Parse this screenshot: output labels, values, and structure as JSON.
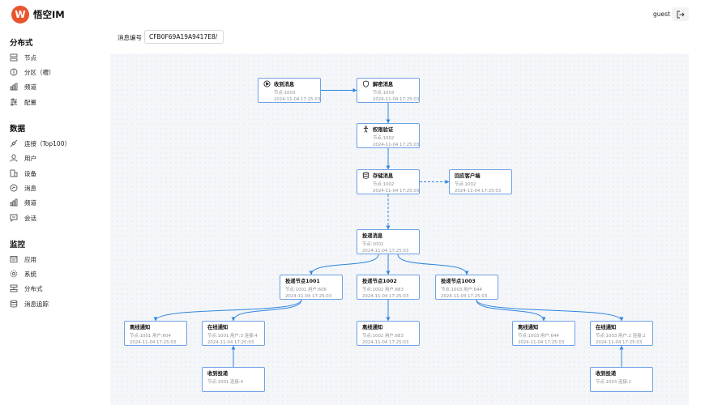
{
  "brand": {
    "logo_char": "W",
    "name": "悟空IM"
  },
  "header": {
    "user": "guest"
  },
  "nav": [
    {
      "title": "分布式",
      "items": [
        "节点",
        "分区（槽）",
        "频道",
        "配置"
      ]
    },
    {
      "title": "数据",
      "items": [
        "连接（Top100）",
        "用户",
        "设备",
        "消息",
        "频道",
        "会话"
      ]
    },
    {
      "title": "监控",
      "items": [
        "应用",
        "系统",
        "分布式",
        "消息追踪"
      ]
    }
  ],
  "filter": {
    "label": "消息编号",
    "value": "CFB0F69A19A9417E8/"
  },
  "flow": {
    "nodes": [
      {
        "id": "recv",
        "icon": "play-icon",
        "title": "收到消息",
        "sub": "节点:1003",
        "time": "2024-11-04 17:25:03"
      },
      {
        "id": "decrypt",
        "icon": "shield-icon",
        "title": "解密消息",
        "sub": "节点:1003",
        "time": "2024-11-04 17:25:03"
      },
      {
        "id": "auth",
        "icon": "person-icon",
        "title": "权限验证",
        "sub": "节点:1002",
        "time": "2024-11-04 17:25:03"
      },
      {
        "id": "store",
        "icon": "database-icon",
        "title": "存储消息",
        "sub": "节点:1002",
        "time": "2024-11-04 17:25:03"
      },
      {
        "id": "ack",
        "icon": "",
        "title": "回应客户端",
        "sub": "节点:1002",
        "time": "2024-11-04 17:25:03"
      },
      {
        "id": "deliver",
        "icon": "",
        "title": "投递消息",
        "sub": "节点:1002",
        "time": "2024-11-04 17:25:03"
      },
      {
        "id": "d1001",
        "icon": "",
        "title": "投递节点1001",
        "sub": "节点:1001 用户:606",
        "time": "2024-11-04 17:25:03"
      },
      {
        "id": "d1002",
        "icon": "",
        "title": "投递节点1002",
        "sub": "节点:1002 用户:683",
        "time": "2024-11-04 17:25:03"
      },
      {
        "id": "d1003",
        "icon": "",
        "title": "投递节点1003",
        "sub": "节点:1003 用户:644",
        "time": "2024-11-04 17:25:03"
      },
      {
        "id": "off1001",
        "icon": "",
        "title": "离线通知",
        "sub": "节点:1001 用户:604",
        "time": "2024-11-04 17:25:03"
      },
      {
        "id": "on1001",
        "icon": "",
        "title": "在线通知",
        "sub": "节点:1001 用户:3 连接:4",
        "time": "2024-11-04 17:25:03"
      },
      {
        "id": "off1002",
        "icon": "",
        "title": "离线通知",
        "sub": "节点:1002 用户:683",
        "time": "2024-11-04 17:25:03"
      },
      {
        "id": "off1003",
        "icon": "",
        "title": "离线通知",
        "sub": "节点:1003 用户:644",
        "time": "2024-11-04 17:25:03"
      },
      {
        "id": "on1003",
        "icon": "",
        "title": "在线通知",
        "sub": "节点:1003 用户:2 连接:2",
        "time": "2024-11-04 17:25:03"
      },
      {
        "id": "ack1001",
        "icon": "",
        "title": "收到投递",
        "sub": "节点:1001 连接:4",
        "time": ""
      },
      {
        "id": "ack1003",
        "icon": "",
        "title": "收到投递",
        "sub": "节点:1003 连接:2",
        "time": ""
      }
    ],
    "edges": [
      {
        "from": "recv",
        "to": "decrypt",
        "style": "solid"
      },
      {
        "from": "decrypt",
        "to": "auth",
        "style": "solid"
      },
      {
        "from": "auth",
        "to": "store",
        "style": "solid"
      },
      {
        "from": "store",
        "to": "ack",
        "style": "dashed"
      },
      {
        "from": "store",
        "to": "deliver",
        "style": "dashed"
      },
      {
        "from": "deliver",
        "to": "d1001",
        "style": "solid"
      },
      {
        "from": "deliver",
        "to": "d1002",
        "style": "solid"
      },
      {
        "from": "deliver",
        "to": "d1003",
        "style": "solid"
      },
      {
        "from": "d1001",
        "to": "off1001",
        "style": "solid"
      },
      {
        "from": "d1001",
        "to": "on1001",
        "style": "solid"
      },
      {
        "from": "d1002",
        "to": "off1002",
        "style": "solid"
      },
      {
        "from": "d1003",
        "to": "off1003",
        "style": "solid"
      },
      {
        "from": "d1003",
        "to": "on1003",
        "style": "solid"
      },
      {
        "from": "ack1001",
        "to": "on1001",
        "style": "solid"
      },
      {
        "from": "ack1003",
        "to": "on1003",
        "style": "solid"
      }
    ]
  },
  "colors": {
    "accent": "#2f86de",
    "node_border": "#6ea1e6",
    "brand": "#e8552d"
  }
}
